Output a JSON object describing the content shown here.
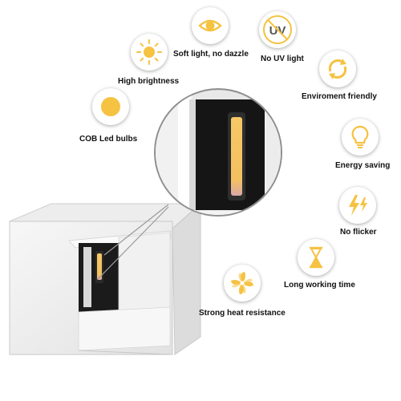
{
  "colors": {
    "accent_yellow": "#f5c242",
    "icon_border": "#bdbdbd",
    "led_warm": "#f7c66a",
    "body_white": "#f4f4f4",
    "panel_black": "#1a1a1a"
  },
  "features": [
    {
      "icon": "eye-icon",
      "label": "Soft light, no dazzle"
    },
    {
      "icon": "no-uv-icon",
      "label": "No UV light",
      "icon_text": "UV"
    },
    {
      "icon": "sun-icon",
      "label": "High brightness"
    },
    {
      "icon": "recycle-icon",
      "label": "Enviroment friendly"
    },
    {
      "icon": "cob-bulb-icon",
      "label": "COB Led bulbs"
    },
    {
      "icon": "lightbulb-icon",
      "label": "Energy saving"
    },
    {
      "icon": "lightning-icon",
      "label": "No flicker"
    },
    {
      "icon": "hourglass-icon",
      "label": "Long working time"
    },
    {
      "icon": "fan-icon",
      "label": "Strong heat resistance"
    }
  ]
}
